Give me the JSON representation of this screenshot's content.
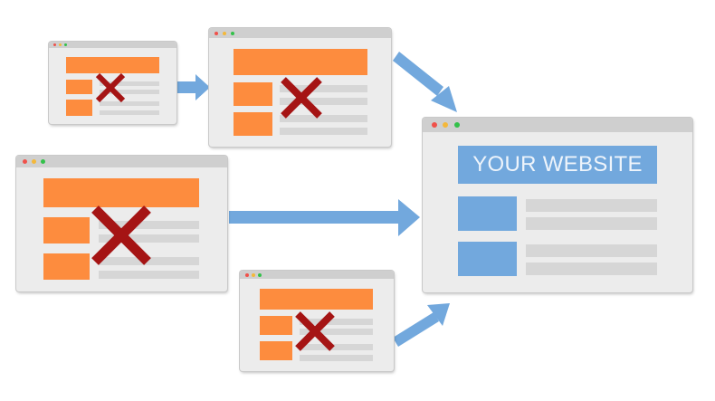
{
  "diagram": {
    "description": "Multiple old/broken websites redirecting to one new website",
    "target_site": {
      "label": "YOUR WEBSITE",
      "accent_color": "#72a8dd"
    },
    "source_sites": [
      {
        "id": "small-top-left",
        "status": "crossed-out"
      },
      {
        "id": "top-middle",
        "status": "crossed-out"
      },
      {
        "id": "left-large",
        "status": "crossed-out"
      },
      {
        "id": "bottom-middle",
        "status": "crossed-out"
      }
    ],
    "colors": {
      "old_site_blocks": "#fd8c3e",
      "cross": "#a51414",
      "arrows": "#72a8dd",
      "window_bg": "#ececec",
      "titlebar": "#cfcfcf",
      "text_lines": "#d6d6d6",
      "dot_red": "#f0514a",
      "dot_yellow": "#f4b83a",
      "dot_green": "#33c14a"
    }
  }
}
